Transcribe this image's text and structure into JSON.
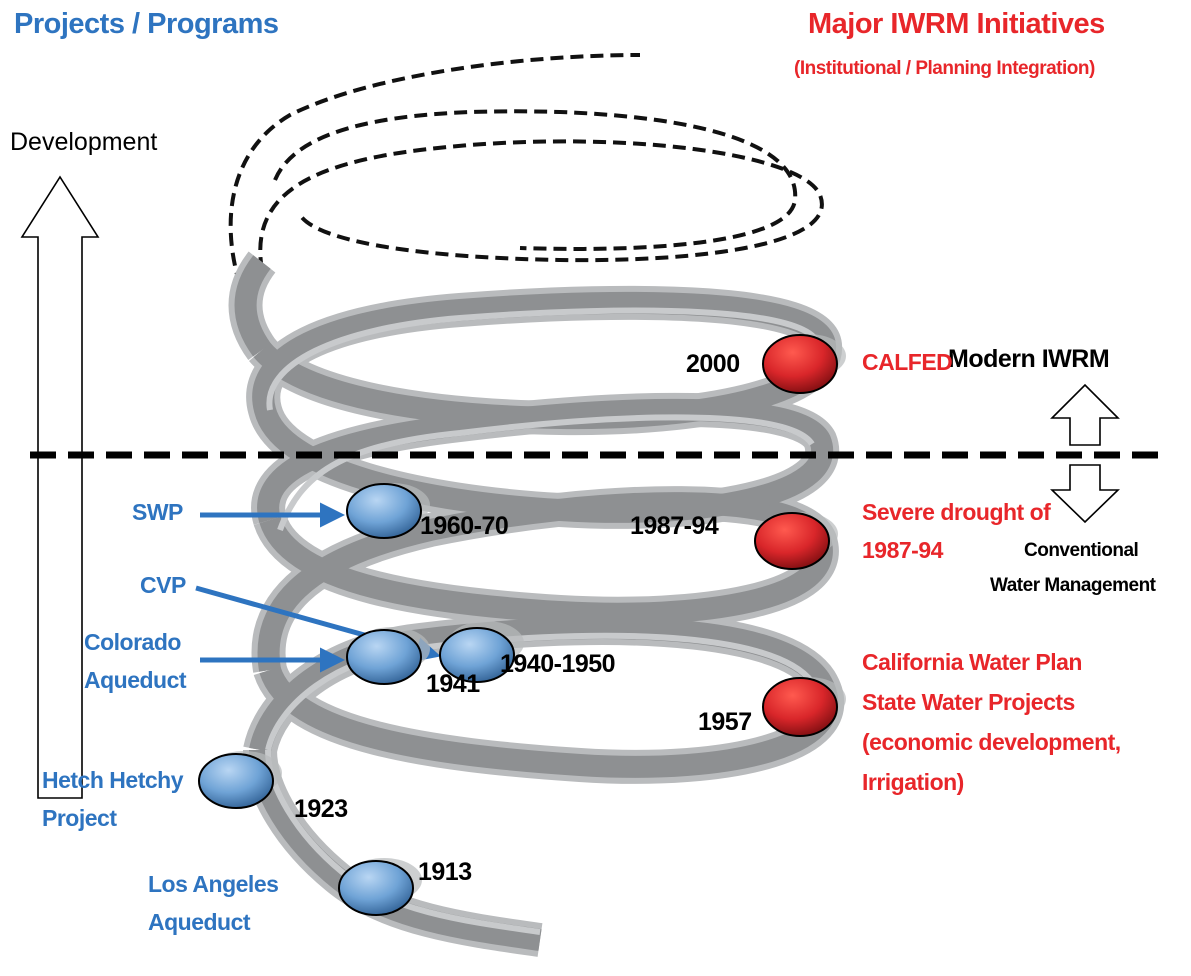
{
  "headers": {
    "left": "Projects / Programs",
    "right_title": "Major IWRM Initiatives",
    "right_subtitle": "(Institutional / Planning Integration)"
  },
  "axis": {
    "label": "Development"
  },
  "zones": {
    "upper": "Modern IWRM",
    "lower_line1": "Conventional",
    "lower_line2": "Water Management"
  },
  "projects": [
    {
      "line1": "SWP",
      "line2": ""
    },
    {
      "line1": "CVP",
      "line2": ""
    },
    {
      "line1": "Colorado",
      "line2": "Aqueduct"
    },
    {
      "line1": "Hetch Hetchy",
      "line2": "Project"
    },
    {
      "line1": "Los Angeles",
      "line2": "Aqueduct"
    }
  ],
  "years": [
    "2000",
    "1960-70",
    "1987-94",
    "1941",
    "1940-1950",
    "1957",
    "1923",
    "1913"
  ],
  "initiatives": {
    "calfed": "CALFED",
    "drought_line1": "Severe drought of",
    "drought_line2": "1987-94",
    "plan_line1": "California Water Plan",
    "plan_line2": "State Water Projects",
    "plan_line3": "(economic development,",
    "plan_line4": "Irrigation)"
  },
  "colors": {
    "project_blue": "#2e74c0",
    "initiative_red": "#e8262a",
    "ribbon_gray": "#9a9c9e",
    "project_node": "#6fa3d6",
    "initiative_node": "#d9262a"
  }
}
